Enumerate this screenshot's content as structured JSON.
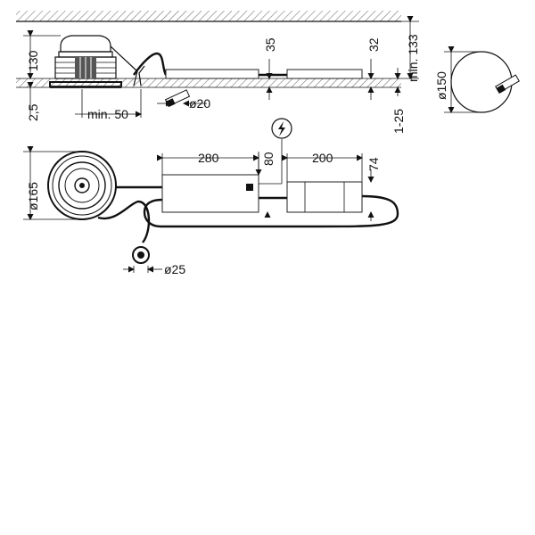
{
  "colors": {
    "line": "#111111",
    "hatch": "#888888",
    "fill_dark": "#222222",
    "background": "#ffffff"
  },
  "dimensions": {
    "height_luminaire": "130",
    "trim": "2,5",
    "min_side_clearance": "min. 50",
    "cable_diameter": "ø20",
    "driver_height": "35",
    "box_height": "32",
    "min_ceiling_void": "min. 133",
    "ceiling_thickness": "1-25",
    "cutout_diameter": "ø150",
    "outer_diameter": "ø165",
    "driver_length": "280",
    "driver_width": "80",
    "box_length": "200",
    "box_width": "74",
    "sensor_diameter": "ø25"
  },
  "icons": {
    "power": "lightning-bolt-icon"
  }
}
